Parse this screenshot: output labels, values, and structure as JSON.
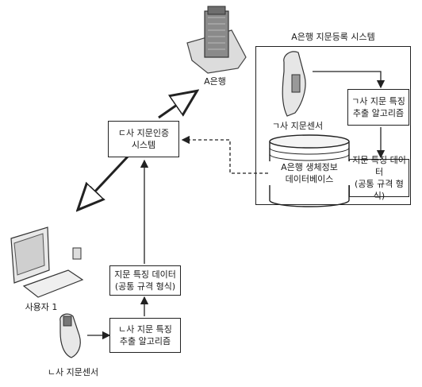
{
  "a_bank_label": "A은행",
  "registration_system": {
    "title": "A은행 지문등록 시스템",
    "sensor_label": "ㄱ사 지문센서",
    "algorithm_box": [
      "ㄱ사 지문 특징",
      "추출 알고리즘"
    ],
    "feature_data_box": [
      "지문 특징 데이터",
      "(공통 규격 형식)"
    ],
    "database_label": [
      "A은행 생체정보",
      "데이터베이스"
    ]
  },
  "auth_system_box": [
    "ㄷ사 지문인증",
    "시스템"
  ],
  "user_label": "사용자 1",
  "user_feature_data_box": [
    "지문 특징 데이터",
    "(공통 규격 형식)"
  ],
  "user_algorithm_box": [
    "ㄴ사 지문 특징",
    "추출 알고리즘"
  ],
  "user_sensor_label": "ㄴ사 지문센서"
}
